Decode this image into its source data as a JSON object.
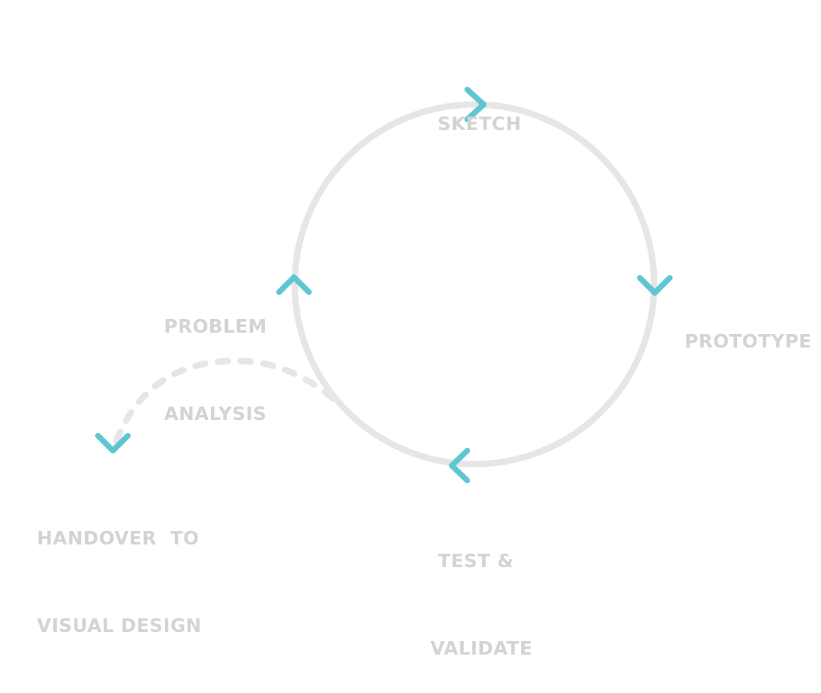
{
  "colors": {
    "background": "#ffffff",
    "cycle_ring": "#e6e6e6",
    "dashed_path": "#e6e6e6",
    "arrow": "#5ec6d2",
    "label_text": "#d3d3d3"
  },
  "stages": {
    "sketch": {
      "lines": [
        "SKETCH"
      ],
      "icon": "chevron-right-icon"
    },
    "prototype": {
      "lines": [
        "PROTOTYPE"
      ],
      "icon": "chevron-down-icon"
    },
    "test_validate": {
      "lines": [
        "TEST &",
        "VALIDATE"
      ],
      "icon": "chevron-left-icon"
    },
    "problem_analysis": {
      "lines": [
        "PROBLEM",
        "ANALYSIS"
      ],
      "icon": "chevron-up-icon"
    }
  },
  "exit": {
    "handover": {
      "lines": [
        "HANDOVER  TO",
        "VISUAL DESIGN"
      ],
      "icon": "chevron-down-icon"
    }
  }
}
